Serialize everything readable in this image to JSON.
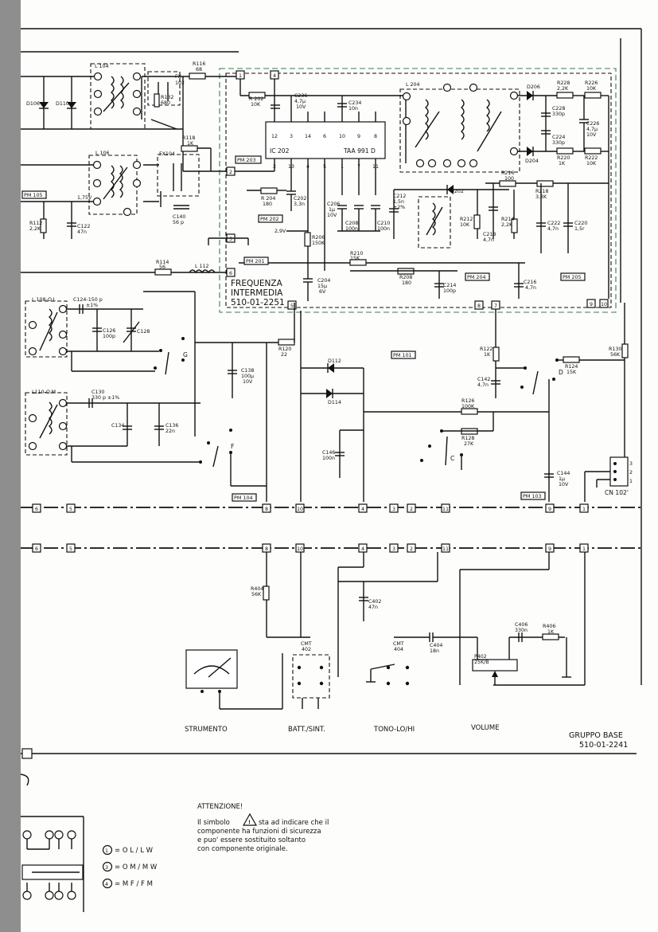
{
  "module": {
    "subtitle_lines": [
      "FREQUENZA",
      "INTERMEDIA",
      "510-01-2251"
    ],
    "title_line1": "GRUPPO BASE",
    "title_line2": "510-01-2241"
  },
  "ic": {
    "ref": "IC 202",
    "part": "TAA 991 D"
  },
  "bottom_labels": [
    "STRUMENTO",
    "BATT./SINT.",
    "TONO-LO/HI",
    "VOLUME"
  ],
  "connector": "CN 102'",
  "probe_points": [
    "PM 105",
    "PM 203",
    "PM 202",
    "PM 201",
    "PM 204",
    "PM 205",
    "PM 101",
    "PM 104",
    "PM 103"
  ],
  "warning": {
    "title": "ATTENZIONE!",
    "line1_pre": "Il simbolo",
    "line1_post": "sta ad indicare che il",
    "line2": "componente ha funzioni di sicurezza",
    "line3": "e puo' essere sostituito soltanto",
    "line4": "con componente originale."
  },
  "legend": [
    {
      "num": "1",
      "band": "= O L / L W"
    },
    {
      "num": "3",
      "band": "= O M / M W"
    },
    {
      "num": "4",
      "band": "= M F / F M"
    }
  ],
  "switch_labels": [
    "G",
    "F",
    "D",
    "C"
  ],
  "voltages": [
    "1,75V",
    "2,9V"
  ],
  "components": {
    "l104": "L 104",
    "l106": "L 106",
    "l204": "L 204",
    "l112": "L 112",
    "l108": "L 108-O.L",
    "l110": "L110-O.M",
    "fx102": [
      "FX",
      "102"
    ],
    "fx104": "FX104",
    "d106": "D106",
    "d110": "D110",
    "d206": "D206",
    "d204": "D204",
    "d202": "D202",
    "d112": "D112",
    "d114": "D114",
    "r116": [
      "R116",
      "68"
    ],
    "r118": [
      "R118",
      "1K"
    ],
    "r132": [
      "R132",
      "680"
    ],
    "r112": [
      "R112",
      "2,2K"
    ],
    "r202": [
      "R 202",
      "10K"
    ],
    "r204": [
      "R 204",
      "180"
    ],
    "r206": [
      "R206",
      "150K"
    ],
    "r208": [
      "R208",
      "180"
    ],
    "r210": [
      "R210",
      "15K"
    ],
    "r212": [
      "R212",
      "10K"
    ],
    "r214": [
      "R214",
      "2,2K"
    ],
    "r216": [
      "R216",
      "100"
    ],
    "r218": [
      "R218",
      "3,3K"
    ],
    "r220": [
      "R220",
      "1K"
    ],
    "r222": [
      "R222",
      "10K"
    ],
    "r226": [
      "R226",
      "10K"
    ],
    "r228": [
      "R228",
      "2,2K"
    ],
    "r114": [
      "R114",
      "56"
    ],
    "r120": [
      "R120",
      "22"
    ],
    "r122": [
      "R122",
      "1K"
    ],
    "r124": [
      "R124",
      "15K"
    ],
    "r126": [
      "R126",
      "100K"
    ],
    "r128": [
      "R128",
      "27K"
    ],
    "r130": [
      "R130",
      "56K"
    ],
    "r404": [
      "R404",
      "56K"
    ],
    "r406": [
      "R406",
      "1K"
    ],
    "c236": [
      "C236",
      "4,7μ",
      "10V"
    ],
    "c234": [
      "C234",
      "10n"
    ],
    "c202": [
      "C202",
      "3,3n"
    ],
    "c206": [
      "C206",
      "1μ",
      "10V"
    ],
    "c208": [
      "C208",
      "100n"
    ],
    "c210": [
      "C210",
      "100n"
    ],
    "c212": [
      "C212",
      "1,5n",
      "±2%"
    ],
    "c214": [
      "C214",
      "100p"
    ],
    "c216": [
      "C216",
      "4,7n"
    ],
    "c218": [
      "C218",
      "4,7n"
    ],
    "c220": [
      "C220",
      "1,5r"
    ],
    "c222": [
      "C222",
      "4,7n"
    ],
    "c224": [
      "C224",
      "330p"
    ],
    "c226": [
      "C226",
      "4,7μ",
      "10V"
    ],
    "c228": [
      "C228",
      "330p"
    ],
    "c204": [
      "C204",
      "15μ",
      "6V"
    ],
    "c122": [
      "C122",
      "47n"
    ],
    "c140": [
      "C140",
      "56 p"
    ],
    "c124": [
      "C124-150 p",
      "±1%"
    ],
    "c126": [
      "C126",
      "100p"
    ],
    "c128": "C128",
    "c130": [
      "C130",
      "330 p ±1%"
    ],
    "c134": "C134",
    "c136": [
      "C136",
      "22n"
    ],
    "c138": [
      "C138",
      "100μ",
      "10V"
    ],
    "c142": [
      "C142",
      "4,7n"
    ],
    "c146": [
      "C146",
      "100n"
    ],
    "c144": [
      "C144",
      "1μ",
      "10V"
    ],
    "c402": [
      "C402",
      "47n"
    ],
    "c404": [
      "C404",
      "18n"
    ],
    "c406": [
      "C406",
      "330n"
    ],
    "p402": [
      "P402",
      "25K/B"
    ],
    "cmt402": [
      "CMT",
      "402"
    ],
    "cmt404": [
      "CMT",
      "404"
    ]
  },
  "pins_top": [
    "12",
    "3",
    "14",
    "6",
    "10",
    "9",
    "8"
  ],
  "pins_bottom": [
    "2",
    "13",
    "4",
    "5",
    "1",
    "7",
    "11"
  ],
  "terminals": [
    "1",
    "4",
    "2",
    "3",
    "6",
    "5",
    "8",
    "10",
    "7",
    "9",
    "11"
  ]
}
